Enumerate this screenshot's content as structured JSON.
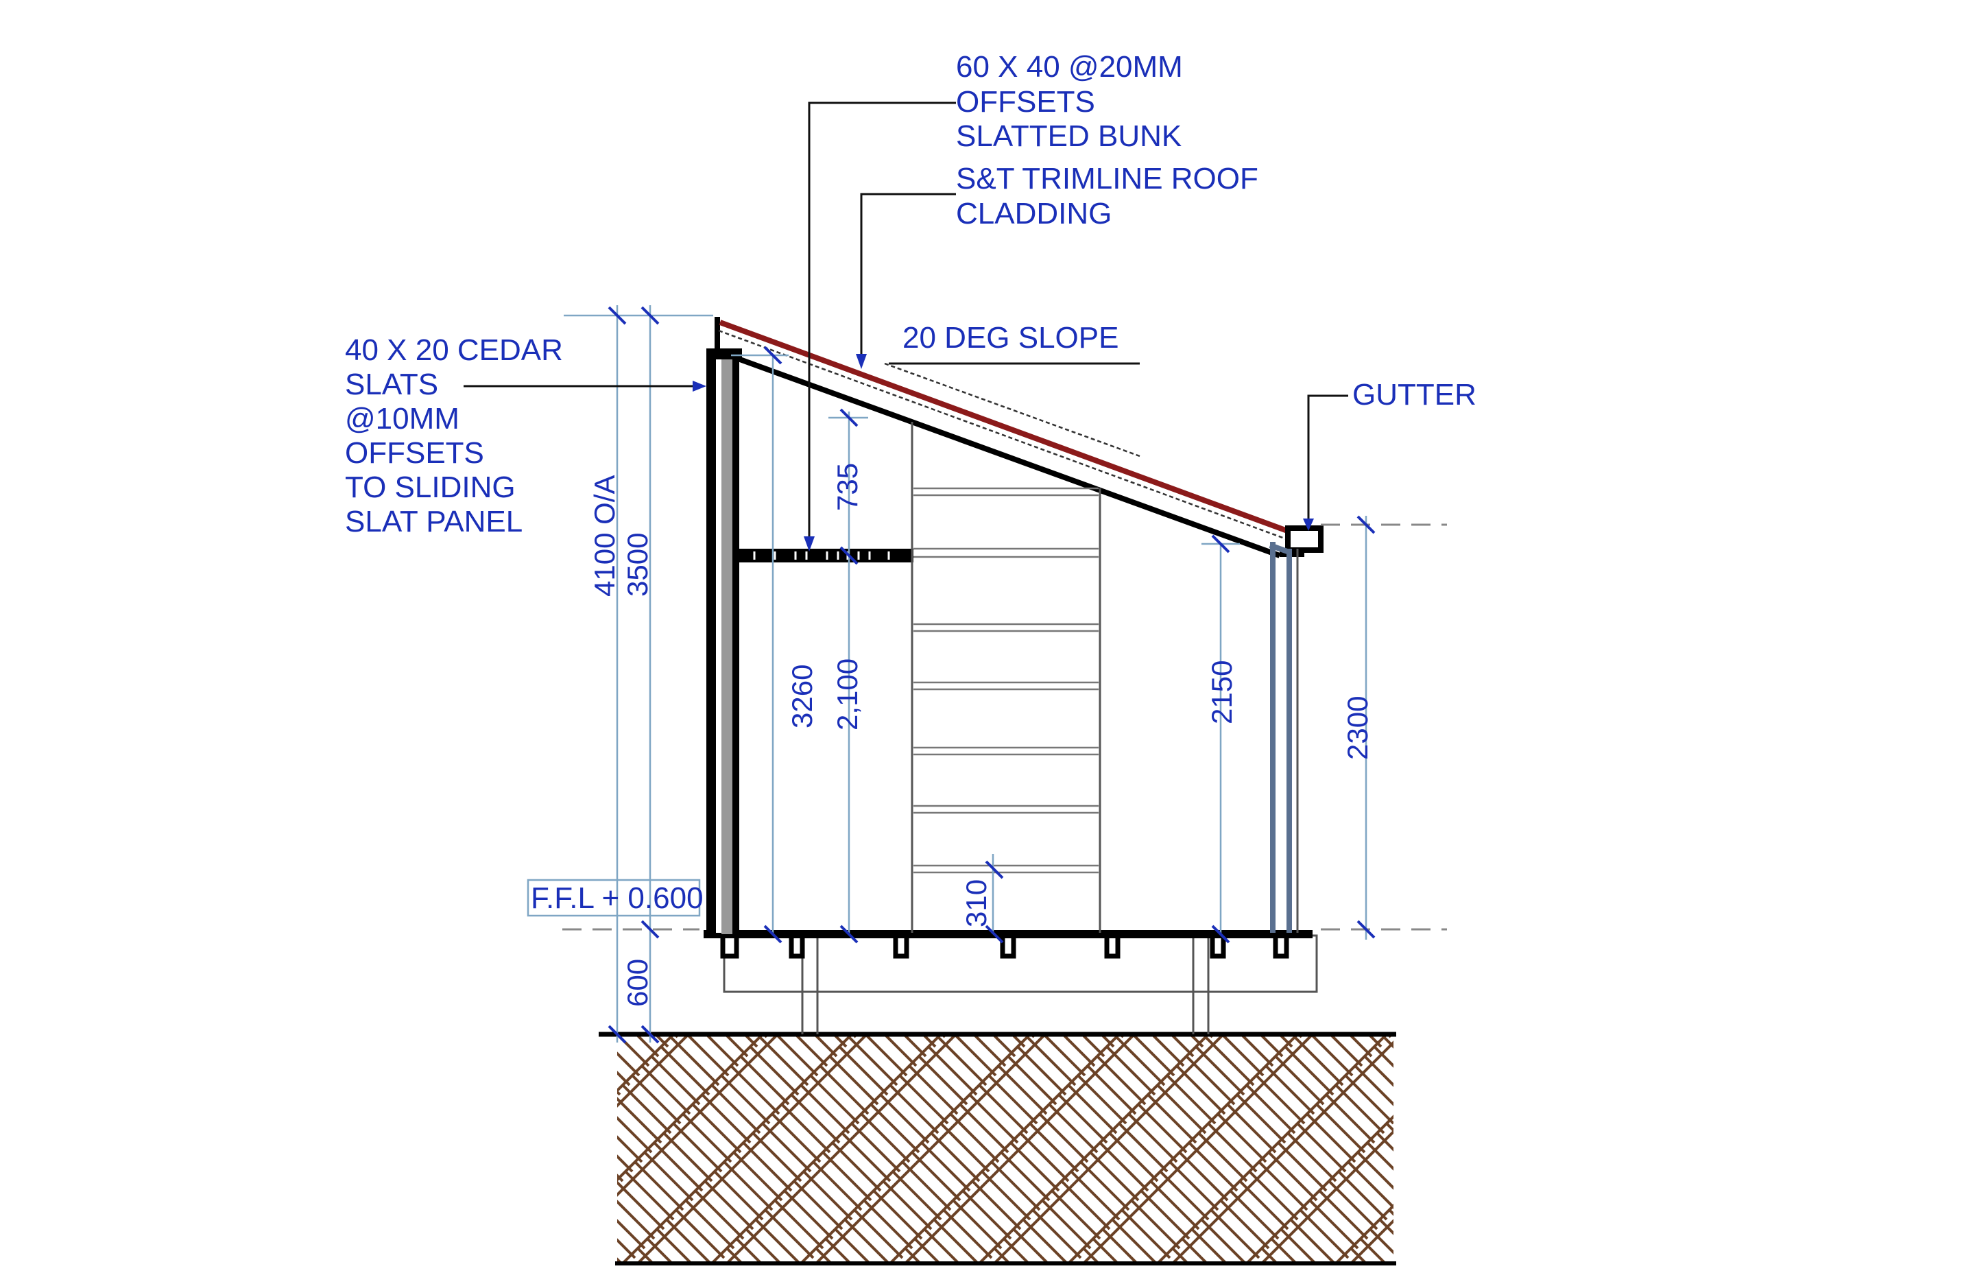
{
  "drawing": {
    "title": "Section - lean-to cabin with slatted bunk",
    "colors": {
      "annotation": "#1a2fb8",
      "dimension_line": "#7fa6c4",
      "roof_cladding": "#8b1a1a",
      "ground_hatch": "#6b4226",
      "structure": "#000000"
    }
  },
  "annotations": {
    "bunk": [
      "60 X 40 @20MM",
      "OFFSETS",
      "SLATTED BUNK"
    ],
    "roof": [
      "S&T TRIMLINE ROOF",
      "CLADDING"
    ],
    "slope": "20 DEG SLOPE",
    "gutter": "GUTTER",
    "slats": [
      "40 X 20 CEDAR",
      "SLATS",
      "@10MM",
      "OFFSETS",
      "TO SLIDING",
      "SLAT PANEL"
    ],
    "level": "F.F.L + 0.600"
  },
  "dimensions": {
    "overall": "4100 O/A",
    "wall_high": "3500",
    "above_bunk": "735",
    "interior_high": "3260",
    "bunk_height": "2,100",
    "step": "310",
    "interior_low": "2150",
    "wall_low": "2300",
    "floor_above_ground": "600"
  }
}
